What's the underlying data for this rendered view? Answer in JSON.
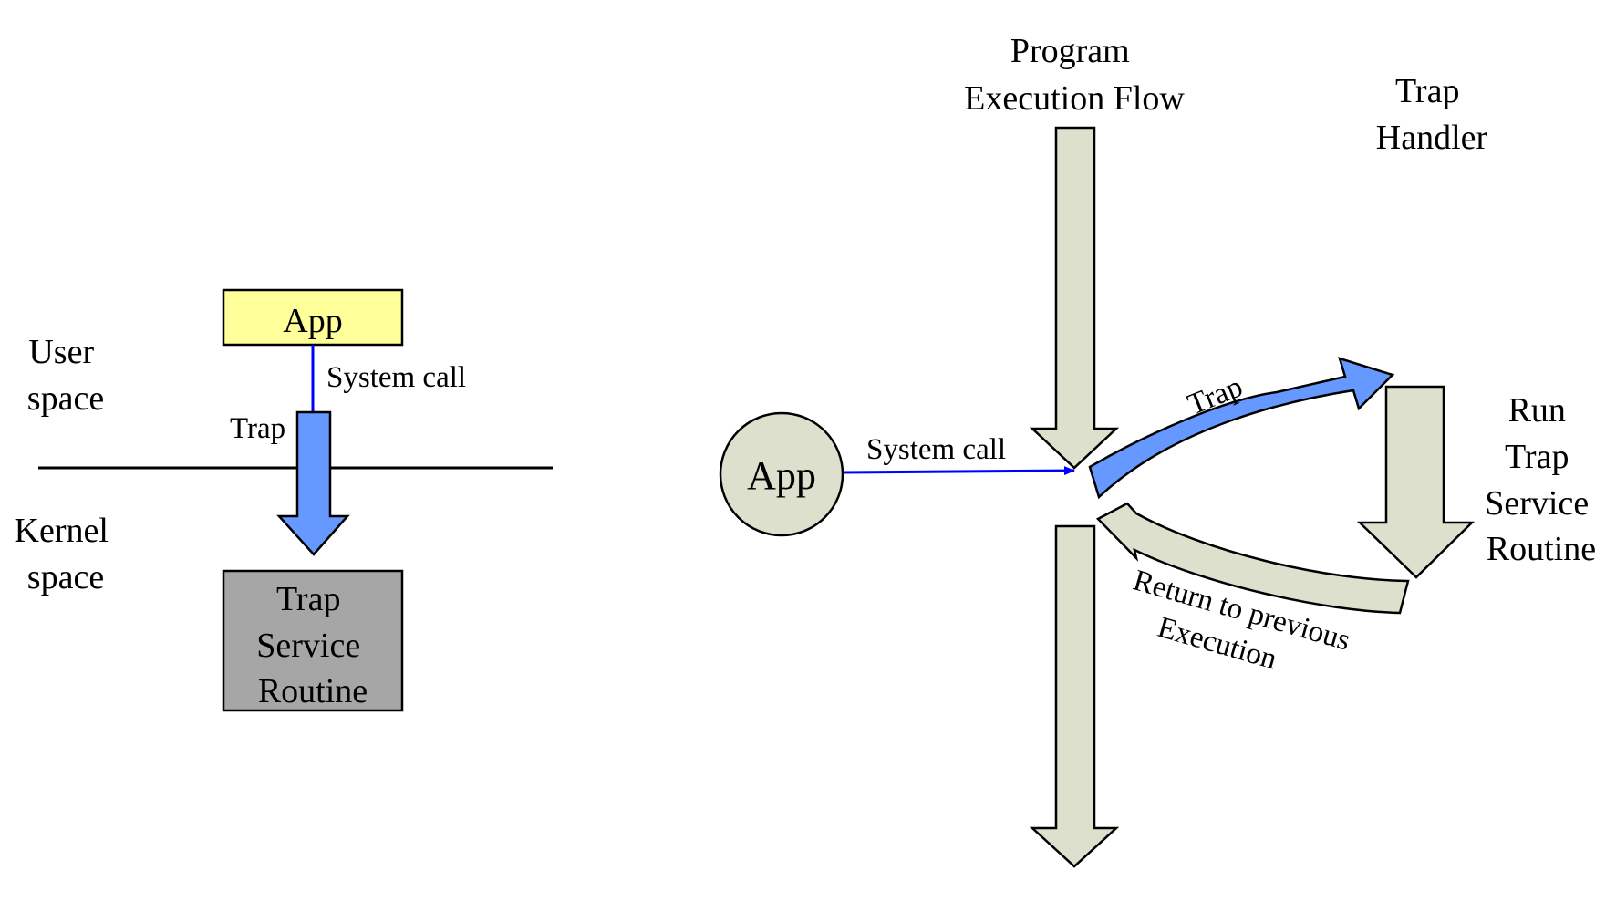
{
  "left": {
    "app_label": "App",
    "system_call_label": "System call",
    "trap_label": "Trap",
    "user_space": [
      "User",
      "space"
    ],
    "kernel_space": [
      "Kernel",
      "space"
    ],
    "trap_service_routine": [
      "Trap",
      "Service",
      "Routine"
    ]
  },
  "right": {
    "program_execution_flow": [
      "Program",
      "Execution Flow"
    ],
    "trap_handler": [
      "Trap",
      "Handler"
    ],
    "app_label": "App",
    "system_call_label": "System call",
    "trap_label": "Trap",
    "run_trap_service_routine": [
      "Run",
      "Trap",
      "Service",
      "Routine"
    ],
    "return_label": [
      "Return to previous",
      "Execution"
    ]
  },
  "colors": {
    "app_box_fill": "#FFFF99",
    "routine_box_fill": "#A6A6A6",
    "trap_arrow_fill": "#6699FF",
    "flow_arrow_fill": "#DDE0CC",
    "system_call_line": "#0000FF",
    "outline": "#000000"
  }
}
